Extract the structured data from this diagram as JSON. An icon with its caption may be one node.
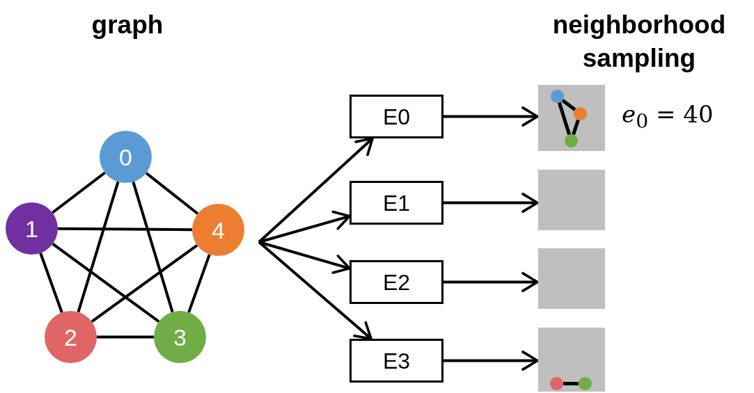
{
  "diagram": {
    "nodes": [
      {
        "text": [
          "0"
        ]
      },
      {
        "text": [
          "1"
        ]
      },
      {
        "text": [
          "2"
        ]
      },
      {
        "text": [
          "3"
        ]
      },
      {
        "text": [
          "4"
        ]
      },
      {
        "text": [
          "E0"
        ]
      },
      {
        "text": [
          "E1"
        ]
      },
      {
        "text": [
          "E2"
        ]
      },
      {
        "text": [
          "E3"
        ]
      },
      {
        "text": [],
        "shape": "box",
        "beside": [
          "*e*$_{0}$ = 40"
        ]
      },
      {
        "text": [],
        "shape": "box"
      },
      {
        "text": [],
        "shape": "box"
      },
      {
        "text": [],
        "shape": "box"
      },
      {
        "text": [],
        "shape": "circle",
        "in": 9
      },
      {
        "text": [],
        "shape": "circle",
        "in": 9
      },
      {
        "text": [],
        "shape": "circle",
        "in": 9
      },
      {
        "text": [],
        "shape": "circle",
        "in": 12
      },
      {
        "text": [],
        "shape": "circle",
        "in": 12
      }
    ],
    "edges": [
      {
        "from": 0,
        "to": 1,
        "arrow": "none"
      },
      {
        "from": 0,
        "to": 4,
        "arrow": "none"
      },
      {
        "from": 0,
        "to": 2,
        "arrow": "none"
      },
      {
        "from": 0,
        "to": 3,
        "arrow": "none"
      },
      {
        "from": 1,
        "to": 4,
        "arrow": "none"
      },
      {
        "from": 1,
        "to": 2,
        "arrow": "none"
      },
      {
        "from": 1,
        "to": 3,
        "arrow": "none"
      },
      {
        "from": 4,
        "to": 2,
        "arrow": "none"
      },
      {
        "from": 4,
        "to": 3,
        "arrow": "none"
      },
      {
        "from": 2,
        "to": 3,
        "arrow": "none"
      },
      {
        "from": null,
        "to": 5,
        "arrow": "to"
      },
      {
        "from": null,
        "to": 6,
        "arrow": "to"
      },
      {
        "from": null,
        "to": 7,
        "arrow": "to"
      },
      {
        "from": null,
        "to": 8,
        "arrow": "to"
      },
      {
        "from": 5,
        "to": 9,
        "arrow": "to"
      },
      {
        "from": 6,
        "to": 10,
        "arrow": "to"
      },
      {
        "from": 7,
        "to": 11,
        "arrow": "to"
      },
      {
        "from": 8,
        "to": 12,
        "arrow": "to"
      },
      {
        "from": 13,
        "to": 14,
        "arrow": "none"
      },
      {
        "from": 13,
        "to": 15,
        "arrow": "none"
      },
      {
        "from": 14,
        "to": 15,
        "arrow": "none"
      },
      {
        "from": 16,
        "to": 17,
        "arrow": "none"
      }
    ],
    "labels": [
      "graph",
      "neighborhood sampling"
    ]
  }
}
